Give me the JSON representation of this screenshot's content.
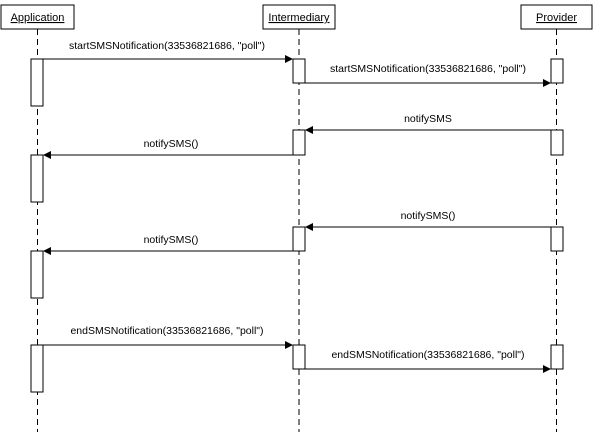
{
  "lifelines": [
    {
      "id": "app",
      "label": "Application"
    },
    {
      "id": "int",
      "label": "Intermediary"
    },
    {
      "id": "prov",
      "label": "Provider"
    }
  ],
  "messages": [
    {
      "from": "app",
      "to": "int",
      "label": "startSMSNotification(33536821686, \"poll\")"
    },
    {
      "from": "int",
      "to": "prov",
      "label": "startSMSNotification(33536821686, \"poll\")"
    },
    {
      "from": "prov",
      "to": "int",
      "label": "notifySMS"
    },
    {
      "from": "int",
      "to": "app",
      "label": "notifySMS()"
    },
    {
      "from": "prov",
      "to": "int",
      "label": "notifySMS()"
    },
    {
      "from": "int",
      "to": "app",
      "label": "notifySMS()"
    },
    {
      "from": "app",
      "to": "int",
      "label": "endSMSNotification(33536821686, \"poll\")"
    },
    {
      "from": "int",
      "to": "prov",
      "label": "endSMSNotification(33536821686, \"poll\")"
    }
  ]
}
